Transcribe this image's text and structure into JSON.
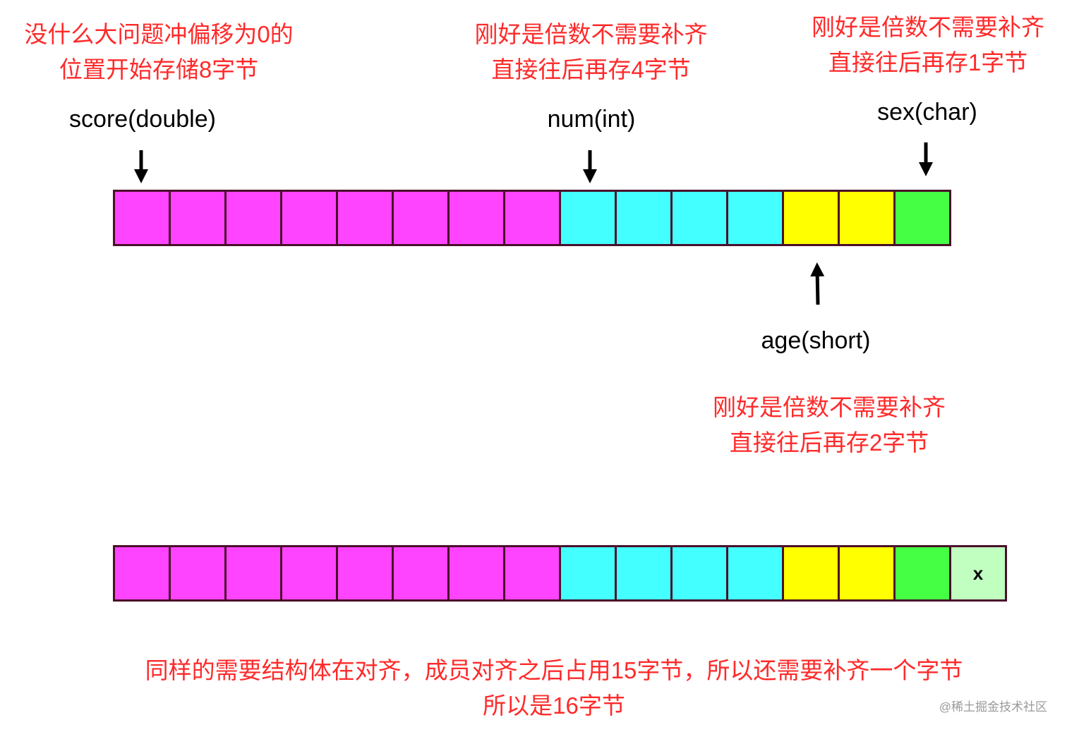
{
  "notes": {
    "score": [
      "没什么大问题冲偏移为0的",
      "位置开始存储8字节"
    ],
    "num": [
      "刚好是倍数不需要补齐",
      "直接往后再存4字节"
    ],
    "sex": [
      "刚好是倍数不需要补齐",
      "直接往后再存1字节"
    ],
    "age": [
      "刚好是倍数不需要补齐",
      "直接往后再存2字节"
    ],
    "summary": [
      "同样的需要结构体在对齐，成员对齐之后占用15字节，所以还需要补齐一个字节",
      "所以是16字节"
    ]
  },
  "labels": {
    "score": "score(double)",
    "num": "num(int)",
    "sex": "sex(char)",
    "age": "age(short)"
  },
  "colors": {
    "double": "#ff44ff",
    "int": "#44ffff",
    "short": "#ffff00",
    "char": "#44ff44",
    "padding": "#c0ffc0",
    "text": "#ff2a2a"
  },
  "row1": [
    "double",
    "double",
    "double",
    "double",
    "double",
    "double",
    "double",
    "double",
    "int",
    "int",
    "int",
    "int",
    "short",
    "short",
    "char"
  ],
  "row2": [
    "double",
    "double",
    "double",
    "double",
    "double",
    "double",
    "double",
    "double",
    "int",
    "int",
    "int",
    "int",
    "short",
    "short",
    "char",
    "padding"
  ],
  "padding_mark": "x",
  "watermark": "@稀土掘金技术社区"
}
